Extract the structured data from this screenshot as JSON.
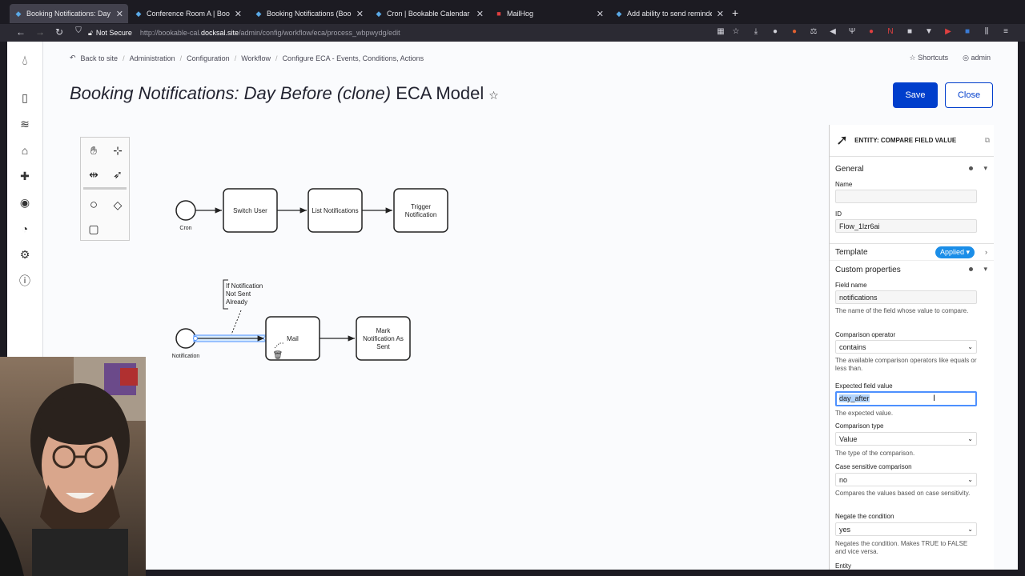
{
  "browser": {
    "tabs": [
      {
        "title": "Booking Notifications: Day Be",
        "active": true
      },
      {
        "title": "Conference Room A | Bookab",
        "active": false
      },
      {
        "title": "Booking Notifications (Booki",
        "active": false
      },
      {
        "title": "Cron | Bookable Calendar",
        "active": false
      },
      {
        "title": "MailHog",
        "active": false
      },
      {
        "title": "Add ability to send reminder",
        "active": false
      }
    ],
    "security_label": "Not Secure",
    "url_prefix": "http://bookable-cal.",
    "url_host": "docksal.site",
    "url_path": "/admin/config/workflow/eca/process_wbpwydg/edit"
  },
  "breadcrumb": {
    "back": "Back to site",
    "items": [
      "Administration",
      "Configuration",
      "Workflow",
      "Configure ECA - Events, Conditions, Actions"
    ]
  },
  "toolbar": {
    "shortcuts": "Shortcuts",
    "user": "admin"
  },
  "page": {
    "title_italic": "Booking Notifications: Day Before (clone)",
    "title_rest": " ECA Model",
    "save_label": "Save",
    "close_label": "Close"
  },
  "diagram": {
    "flow1": {
      "start_label": "Cron",
      "tasks": [
        "Switch User",
        "List Notifications",
        "Trigger Notification"
      ]
    },
    "flow2": {
      "start_label": "Notification",
      "annotation": "If Notification Not Sent Already",
      "tasks": [
        "Mail",
        "Mark Notification As Sent"
      ]
    }
  },
  "panel": {
    "header": "ENTITY: COMPARE FIELD VALUE",
    "general": "General",
    "name_label": "Name",
    "name_value": "",
    "id_label": "ID",
    "id_value": "Flow_1lzr6ai",
    "template": "Template",
    "applied": "Applied",
    "custom": "Custom properties",
    "field_name_label": "Field name",
    "field_name_value": "notifications",
    "field_name_help": "The name of the field whose value to compare.",
    "op_label": "Comparison operator",
    "op_value": "contains",
    "op_help": "The available comparison operators like equals or less than.",
    "expected_label": "Expected field value",
    "expected_value": "day_after",
    "expected_help": "The expected value.",
    "type_label": "Comparison type",
    "type_value": "Value",
    "type_help": "The type of the comparison.",
    "case_label": "Case sensitive comparison",
    "case_value": "no",
    "case_help": "Compares the values based on case sensitivity.",
    "negate_label": "Negate the condition",
    "negate_value": "yes",
    "negate_help": "Negates the condition. Makes TRUE to FALSE and vice versa.",
    "entity_label": "Entity"
  },
  "colors": {
    "accent": "#003ecc",
    "applied": "#1b8ee8",
    "selection": "#4d90fe"
  }
}
